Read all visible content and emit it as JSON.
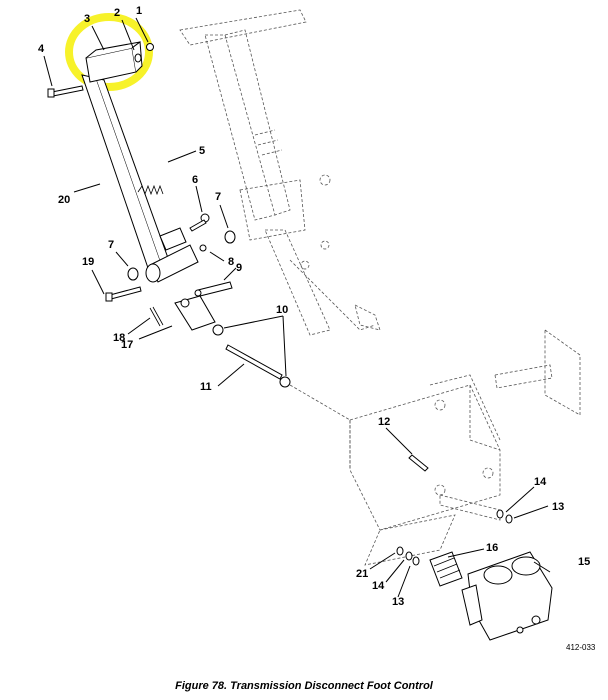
{
  "figure": {
    "caption": "Figure 78.  Transmission Disconnect Foot Control",
    "code": "412-033"
  },
  "callouts": [
    "1",
    "2",
    "3",
    "4",
    "5",
    "6",
    "7",
    "7",
    "8",
    "9",
    "10",
    "11",
    "12",
    "13",
    "13",
    "14",
    "14",
    "15",
    "16",
    "17",
    "18",
    "19",
    "20",
    "21"
  ],
  "colors": {
    "highlight": "#f7f22a",
    "ink": "#000000",
    "ghost": "#555555"
  }
}
